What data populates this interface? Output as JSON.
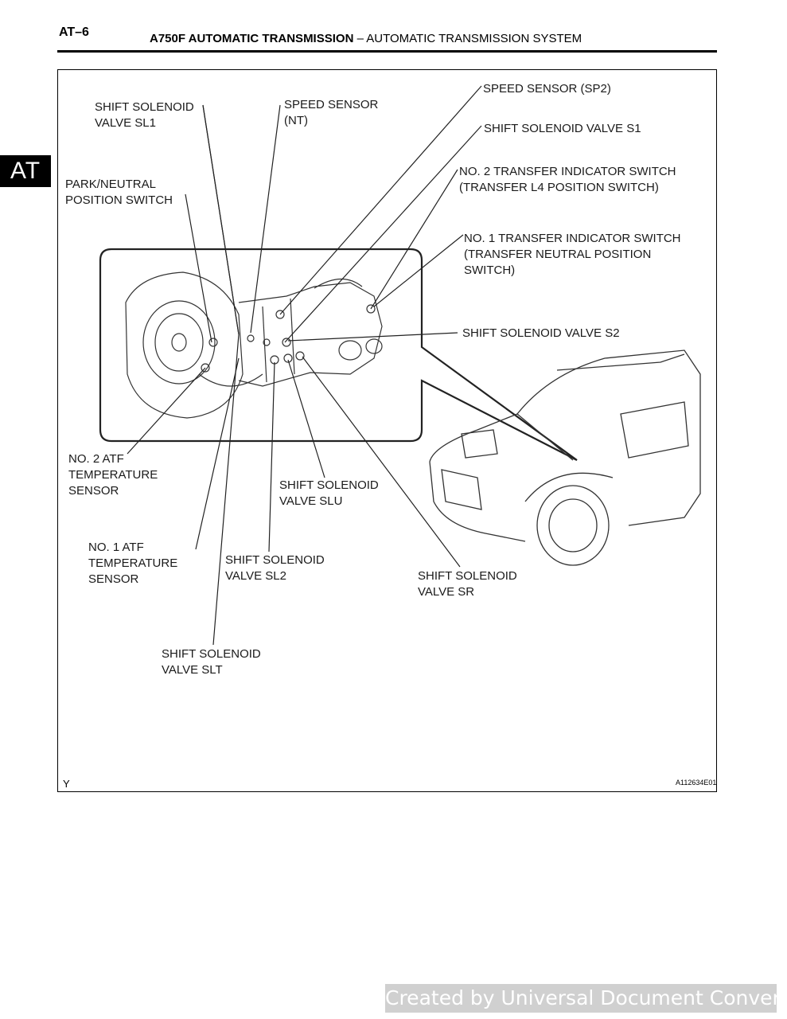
{
  "header": {
    "page_number": "AT–6",
    "title_bold": "A750F AUTOMATIC TRANSMISSION",
    "title_rest": "–  AUTOMATIC TRANSMISSION SYSTEM"
  },
  "side_tab": "AT",
  "figure": {
    "labels": {
      "shift_solenoid_sl1": "SHIFT SOLENOID\nVALVE SL1",
      "speed_sensor_nt": "SPEED SENSOR\n(NT)",
      "speed_sensor_sp2": "SPEED SENSOR (SP2)",
      "shift_solenoid_s1": "SHIFT SOLENOID VALVE S1",
      "park_neutral_switch": "PARK/NEUTRAL\nPOSITION SWITCH",
      "transfer_switch_2": "NO. 2 TRANSFER INDICATOR SWITCH\n(TRANSFER L4 POSITION SWITCH)",
      "transfer_switch_1": "NO. 1 TRANSFER INDICATOR SWITCH\n(TRANSFER NEUTRAL POSITION\nSWITCH)",
      "shift_solenoid_s2": "SHIFT SOLENOID VALVE S2",
      "atf_sensor_2": "NO. 2 ATF\nTEMPERATURE\nSENSOR",
      "shift_solenoid_slu": "SHIFT SOLENOID\nVALVE SLU",
      "atf_sensor_1": "NO. 1 ATF\nTEMPERATURE\nSENSOR",
      "shift_solenoid_sl2": "SHIFT SOLENOID\nVALVE SL2",
      "shift_solenoid_sr": "SHIFT SOLENOID\nVALVE SR",
      "shift_solenoid_slt": "SHIFT SOLENOID\nVALVE SLT"
    },
    "corner_code": "Y",
    "figure_id": "A112634E01"
  },
  "watermark": "Created by Universal Document Converter"
}
